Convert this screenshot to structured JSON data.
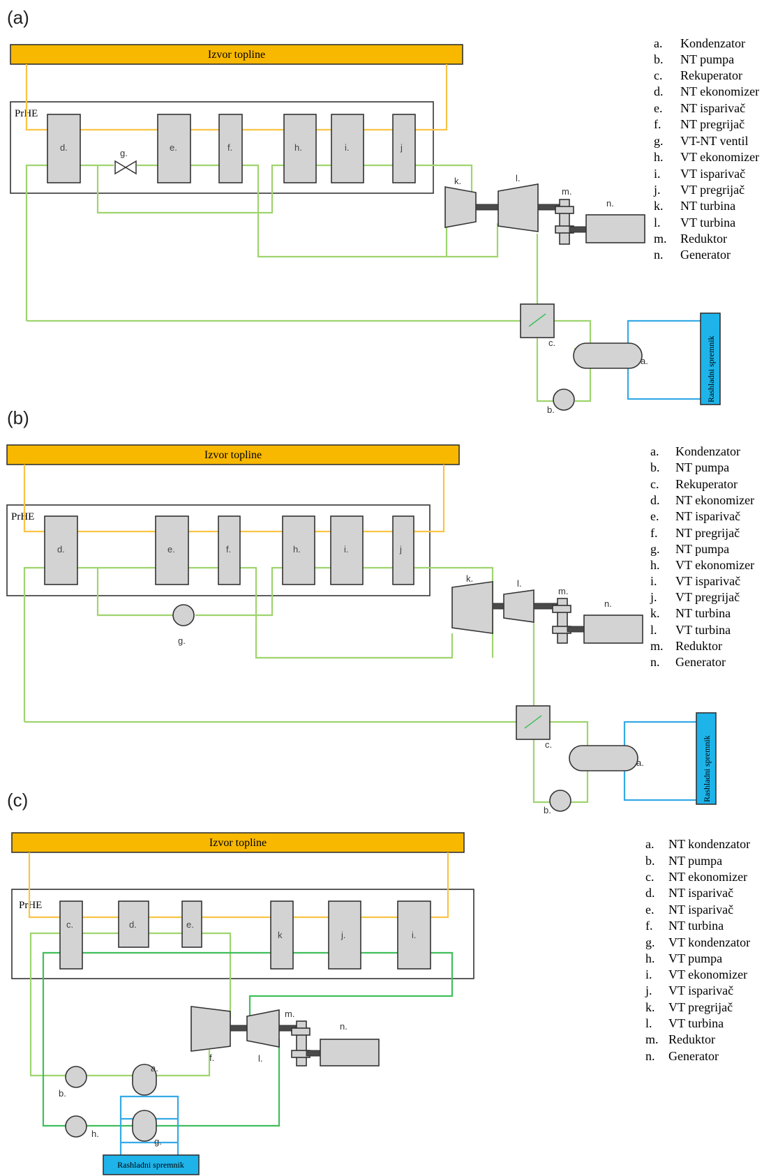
{
  "diagrams": [
    {
      "panel_label": "(a)",
      "heat_source": "Izvor topline",
      "exchanger": "PrHE",
      "components": [
        "d.",
        "g.",
        "e.",
        "f.",
        "h.",
        "i.",
        "j",
        "k.",
        "l.",
        "m.",
        "n.",
        "c.",
        "a.",
        "b."
      ],
      "tank": "Rashladni spremnik",
      "legend": [
        {
          "key": "a.",
          "text": "Kondenzator"
        },
        {
          "key": "b.",
          "text": "NT pumpa"
        },
        {
          "key": "c.",
          "text": "Rekuperator"
        },
        {
          "key": "d.",
          "text": "NT ekonomizer"
        },
        {
          "key": "e.",
          "text": "NT isparivač"
        },
        {
          "key": "f.",
          "text": "NT pregrijač"
        },
        {
          "key": "g.",
          "text": "VT-NT ventil"
        },
        {
          "key": "h.",
          "text": "VT ekonomizer"
        },
        {
          "key": "i.",
          "text": "VT isparivač"
        },
        {
          "key": "j.",
          "text": "VT pregrijač"
        },
        {
          "key": "k.",
          "text": "NT turbina"
        },
        {
          "key": "l.",
          "text": "VT turbina"
        },
        {
          "key": "m.",
          "text": "Reduktor"
        },
        {
          "key": "n.",
          "text": "Generator"
        }
      ]
    },
    {
      "panel_label": "(b)",
      "heat_source": "Izvor topline",
      "exchanger": "PrHE",
      "components": [
        "d.",
        "e.",
        "f.",
        "h.",
        "i.",
        "j",
        "g.",
        "k.",
        "l.",
        "m.",
        "n.",
        "c.",
        "a.",
        "b."
      ],
      "tank": "Rashladni spremnik",
      "legend": [
        {
          "key": "a.",
          "text": "Kondenzator"
        },
        {
          "key": "b.",
          "text": "NT pumpa"
        },
        {
          "key": "c.",
          "text": "Rekuperator"
        },
        {
          "key": "d.",
          "text": "NT ekonomizer"
        },
        {
          "key": "e.",
          "text": "NT isparivač"
        },
        {
          "key": "f.",
          "text": "NT pregrijač"
        },
        {
          "key": "g.",
          "text": "NT pumpa"
        },
        {
          "key": "h.",
          "text": "VT ekonomizer"
        },
        {
          "key": "i.",
          "text": "VT isparivač"
        },
        {
          "key": "j.",
          "text": "VT pregrijač"
        },
        {
          "key": "k.",
          "text": "NT turbina"
        },
        {
          "key": "l.",
          "text": "VT turbina"
        },
        {
          "key": "m.",
          "text": "Reduktor"
        },
        {
          "key": "n.",
          "text": "Generator"
        }
      ]
    },
    {
      "panel_label": "(c)",
      "heat_source": "Izvor topline",
      "exchanger": "PrHE",
      "components": [
        "c.",
        "d.",
        "e.",
        "k",
        "j.",
        "i.",
        "f.",
        "l.",
        "m.",
        "n.",
        "a.",
        "b.",
        "h.",
        "g."
      ],
      "tank": "Rashladni spremnik",
      "legend": [
        {
          "key": "a.",
          "text": "NT kondenzator"
        },
        {
          "key": "b.",
          "text": "NT pumpa"
        },
        {
          "key": "c.",
          "text": "NT ekonomizer"
        },
        {
          "key": "d.",
          "text": "NT isparivač"
        },
        {
          "key": "e.",
          "text": "NT isparivač"
        },
        {
          "key": "f.",
          "text": "NT turbina"
        },
        {
          "key": "g.",
          "text": "VT kondenzator"
        },
        {
          "key": "h.",
          "text": "VT pumpa"
        },
        {
          "key": "i.",
          "text": "VT ekonomizer"
        },
        {
          "key": "j.",
          "text": "VT isparivač"
        },
        {
          "key": "k.",
          "text": "VT pregrijač"
        },
        {
          "key": "l.",
          "text": "VT turbina"
        },
        {
          "key": "m.",
          "text": "Reduktor"
        },
        {
          "key": "n.",
          "text": "Generator"
        }
      ]
    }
  ],
  "colors": {
    "heat_source": "#f8b800",
    "hot_line": "#f9c445",
    "working_fluid": "#9ed46e",
    "working_fluid_dark": "#3fbf5a",
    "coolant": "#35a9e6",
    "component_fill": "#d3d3d3"
  }
}
